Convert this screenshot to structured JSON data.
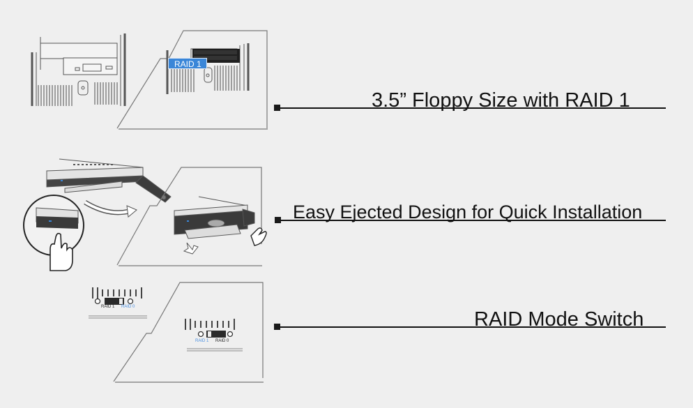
{
  "features": [
    {
      "title": "3.5” Floppy Size with RAID 1",
      "callout_label": "RAID 1"
    },
    {
      "title": "Easy Ejected Design for Quick Installation"
    },
    {
      "title": "RAID Mode Switch",
      "switch_before": {
        "left_label": "RAID 1",
        "right_label": "RAID 0",
        "active": "RAID 0"
      },
      "switch_after": {
        "left_label": "RAID 1",
        "right_label": "RAID 0",
        "active": "RAID 1"
      }
    }
  ],
  "colors": {
    "background": "#efefef",
    "text": "#111111",
    "accent_blue": "#3a86d8",
    "label_blue": "#4a8fe0"
  }
}
